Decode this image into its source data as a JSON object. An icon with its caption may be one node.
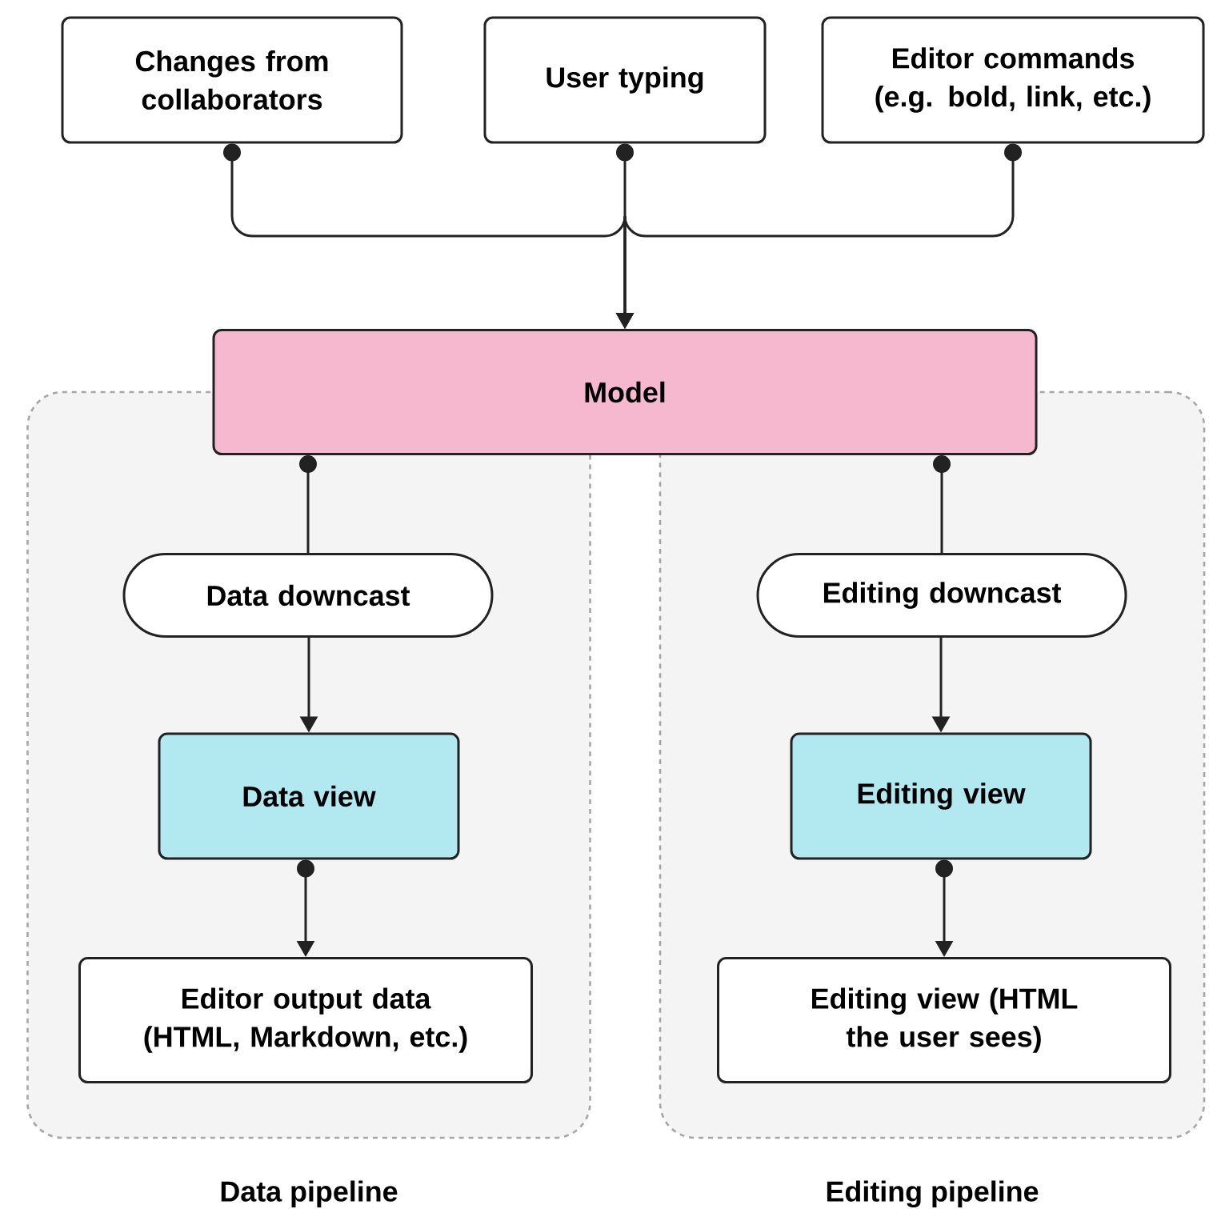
{
  "diagram": {
    "nodes": [
      {
        "text": [
          "Changes from collaborators"
        ]
      },
      {
        "text": [
          "User typing"
        ]
      },
      {
        "text": [
          "Editor commands (e.g. bold, link, etc.)"
        ]
      },
      {
        "text": [
          "Model"
        ]
      },
      {
        "text": [
          "Data pipeline"
        ]
      },
      {
        "text": [
          "Data downcast"
        ],
        "in": 4
      },
      {
        "text": [
          "Data view"
        ],
        "in": 4
      },
      {
        "text": [
          "Editor output data (HTML, Markdown, etc.)"
        ],
        "in": 4
      },
      {
        "text": [
          "Editing pipeline"
        ]
      },
      {
        "text": [
          "Editing downcast"
        ],
        "in": 8
      },
      {
        "text": [
          "Editing view"
        ],
        "in": 8
      },
      {
        "text": [
          "Editing view (HTML the user sees)"
        ],
        "in": 8
      }
    ],
    "edges": [
      {
        "from": 0,
        "to": 3,
        "arrow": "to"
      },
      {
        "from": 1,
        "to": 3,
        "arrow": "to"
      },
      {
        "from": 2,
        "to": 3,
        "arrow": "to"
      },
      {
        "from": 3,
        "to": 5,
        "arrow": "other"
      },
      {
        "from": 5,
        "to": 6,
        "arrow": "to"
      },
      {
        "from": 6,
        "to": 7,
        "arrow": "to"
      },
      {
        "from": 3,
        "to": 9,
        "arrow": "other"
      },
      {
        "from": 9,
        "to": 10,
        "arrow": "to"
      },
      {
        "from": 10,
        "to": 11,
        "arrow": "to"
      }
    ]
  }
}
